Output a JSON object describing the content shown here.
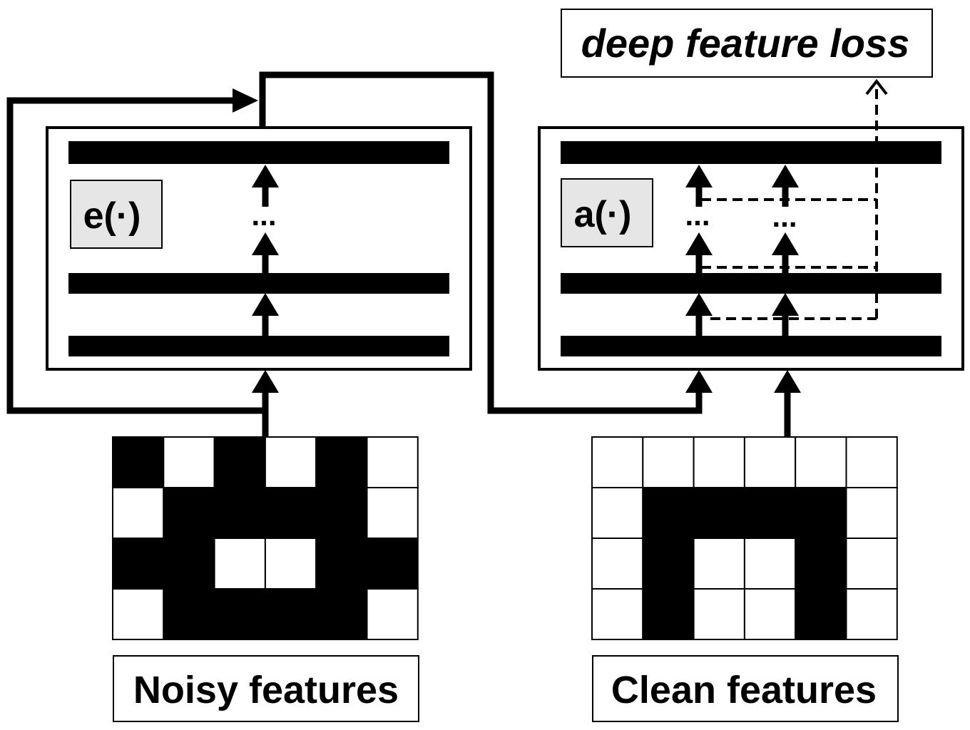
{
  "loss_label": "deep feature loss",
  "encoder": {
    "label": "e(·)",
    "dots": "..."
  },
  "auditor": {
    "label": "a(·)",
    "dots": "..."
  },
  "noisy": {
    "label": "Noisy features",
    "grid": [
      [
        1,
        0,
        1,
        0,
        1,
        0
      ],
      [
        0,
        1,
        1,
        1,
        1,
        0
      ],
      [
        1,
        1,
        0,
        0,
        1,
        1
      ],
      [
        0,
        1,
        1,
        1,
        1,
        0
      ]
    ]
  },
  "clean": {
    "label": "Clean features",
    "grid": [
      [
        0,
        0,
        0,
        0,
        0,
        0
      ],
      [
        0,
        1,
        1,
        1,
        1,
        0
      ],
      [
        0,
        1,
        0,
        0,
        1,
        0
      ],
      [
        0,
        1,
        0,
        0,
        1,
        0
      ]
    ]
  },
  "colors": {
    "fill": "#000000",
    "label_box": "#e6e6e6",
    "background": "#ffffff"
  }
}
